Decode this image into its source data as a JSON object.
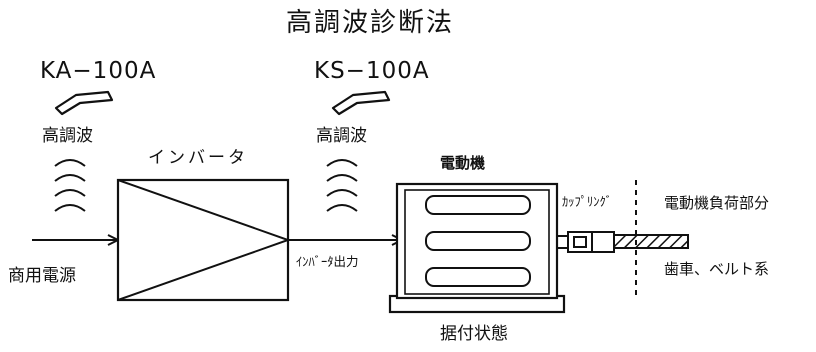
{
  "title": "高調波診断法",
  "sensors": [
    {
      "model": "KA−100A"
    },
    {
      "model": "KS−100A"
    }
  ],
  "labels": {
    "harmonic_left": "高調波",
    "harmonic_right": "高調波",
    "inverter": "インバータ",
    "commercial_power": "商用電源",
    "inverter_output": "ｲﾝﾊﾞｰﾀ出力",
    "motor": "電動機",
    "coupling": "ｶｯﾌﾟﾘﾝｸﾞ",
    "motor_load": "電動機負荷部分",
    "load_examples": "歯車、ベルト系",
    "mounting_state": "据付状態"
  },
  "colors": {
    "ink": "#111111",
    "background": "#ffffff"
  }
}
